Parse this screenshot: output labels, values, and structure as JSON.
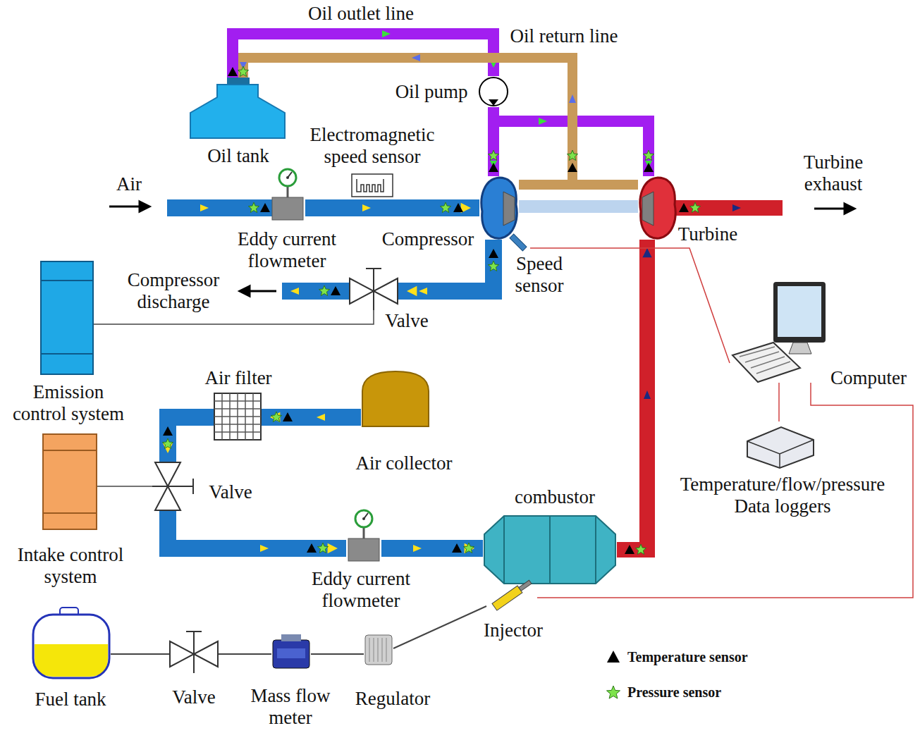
{
  "diagram": {
    "nodes": [
      {
        "text": [
          "Oil tank"
        ]
      },
      {
        "text": [
          "Oil pump"
        ]
      },
      {
        "text": [
          "Eddy current flowmeter"
        ]
      },
      {
        "text": [
          "Electromagnetic speed sensor"
        ]
      },
      {
        "text": [
          "Compressor"
        ]
      },
      {
        "text": [
          "Speed sensor"
        ]
      },
      {
        "text": [
          "Turbine"
        ]
      },
      {
        "text": [
          "Valve"
        ]
      },
      {
        "text": [
          "Emission control system"
        ]
      },
      {
        "text": [
          "Computer"
        ]
      },
      {
        "text": [
          "Temperature/flow/pressure Data loggers"
        ]
      },
      {
        "text": [
          "Air filter"
        ]
      },
      {
        "text": [
          "Air collector"
        ]
      },
      {
        "text": [
          "Intake control system"
        ]
      },
      {
        "text": [
          "Valve"
        ]
      },
      {
        "text": [
          "Eddy current flowmeter"
        ]
      },
      {
        "text": [
          "combustor"
        ]
      },
      {
        "text": [
          "Injector"
        ]
      },
      {
        "text": [
          "Fuel tank"
        ]
      },
      {
        "text": [
          "Valve"
        ]
      },
      {
        "text": [
          "Mass flow meter"
        ]
      },
      {
        "text": [
          "Regulator"
        ]
      }
    ],
    "edges": [
      {
        "from": 0,
        "to": 1,
        "arrow": "to"
      },
      {
        "from": 1,
        "to": 4,
        "arrow": "to"
      },
      {
        "from": 1,
        "to": 6,
        "arrow": "to"
      },
      {
        "from": 4,
        "to": 0,
        "arrow": "to"
      },
      {
        "from": 6,
        "to": 0,
        "arrow": "to"
      },
      {
        "from": 2,
        "to": 4,
        "arrow": "to"
      },
      {
        "from": 4,
        "to": 6,
        "arrow": "none"
      },
      {
        "from": 4,
        "to": 7,
        "arrow": "to"
      },
      {
        "from": 7,
        "to": 8,
        "arrow": "none"
      },
      {
        "from": 12,
        "to": 11,
        "arrow": "to"
      },
      {
        "from": 11,
        "to": 14,
        "arrow": "to"
      },
      {
        "from": 14,
        "to": 13,
        "arrow": "none"
      },
      {
        "from": 14,
        "to": 15,
        "arrow": "to"
      },
      {
        "from": 15,
        "to": 16,
        "arrow": "to"
      },
      {
        "from": 16,
        "to": 6,
        "arrow": "to"
      },
      {
        "from": 18,
        "to": 19,
        "arrow": "none"
      },
      {
        "from": 19,
        "to": 20,
        "arrow": "none"
      },
      {
        "from": 20,
        "to": 21,
        "arrow": "none"
      },
      {
        "from": 21,
        "to": 17,
        "arrow": "none"
      },
      {
        "from": 5,
        "to": 9,
        "arrow": "none"
      },
      {
        "from": 17,
        "to": 9,
        "arrow": "none"
      },
      {
        "from": 9,
        "to": 10,
        "arrow": "none"
      }
    ],
    "labels": [
      "Oil outlet line",
      "Oil return line",
      "Air",
      "Turbine exhaust",
      "Compressor discharge"
    ],
    "legend": [
      {
        "text": "Temperature sensor"
      },
      {
        "text": "Pressure sensor"
      }
    ]
  }
}
